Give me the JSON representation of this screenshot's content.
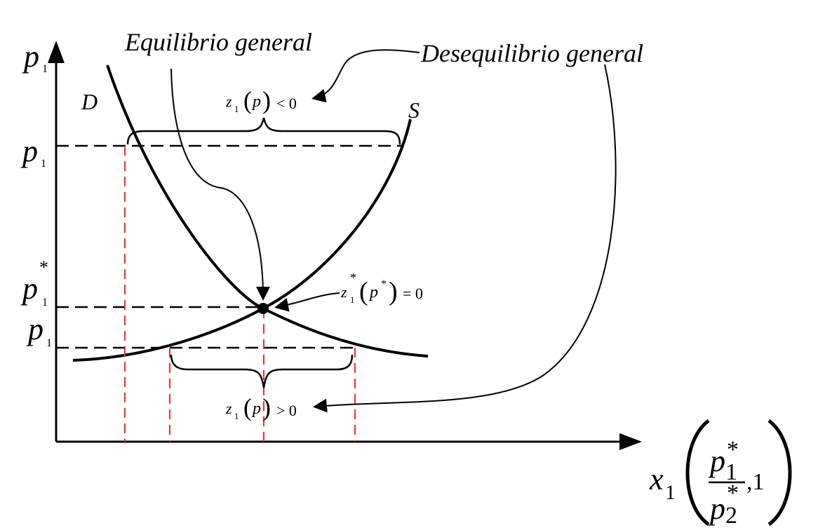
{
  "labels": {
    "y_axis": "p",
    "y_axis_sub": "1",
    "x_axis": "x",
    "x_axis_sub": "1",
    "x_arg_num": "p",
    "x_arg_num_sub": "1",
    "x_arg_num_sup": "*",
    "x_arg_den": "p",
    "x_arg_den_sub": "2",
    "x_arg_den_sup": "*",
    "x_arg_tail": ",1",
    "demand": "D",
    "supply": "S",
    "equilibrium_title": "Equilibrio general",
    "disequilibrium_title": "Desequilibrio general",
    "price_high": "p",
    "price_high_sub": "1",
    "price_eq": "p",
    "price_eq_sub": "1",
    "price_eq_sup": "*",
    "price_low": "p",
    "price_low_sub": "1",
    "excess_neg": {
      "z": "z",
      "sub": "1",
      "lp": "(",
      "p": "p",
      "rp": ")",
      "rel": "< 0"
    },
    "excess_pos": {
      "z": "z",
      "sub": "1",
      "lp": "(",
      "p": "p",
      "rp": ")",
      "rel": "> 0"
    },
    "excess_eq": {
      "z": "z",
      "sub": "1",
      "sup": "*",
      "lp": "(",
      "p": "p",
      "psup": "*",
      "rp": ")",
      "rel": "= 0"
    }
  },
  "colors": {
    "curves": "#000000",
    "projection_lines": "#e8312a"
  }
}
